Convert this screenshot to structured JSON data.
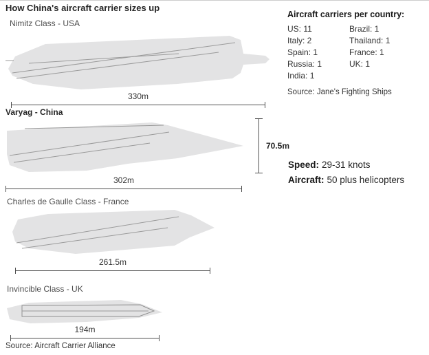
{
  "title": "How China's aircraft carrier sizes up",
  "carriers": [
    {
      "name": "Nimitz Class - USA",
      "length": "330m"
    },
    {
      "name": "Varyag - China",
      "length": "302m",
      "beam": "70.5m"
    },
    {
      "name": "Charles de Gaulle Class - France",
      "length": "261.5m"
    },
    {
      "name": "Invincible Class - UK",
      "length": "194m"
    }
  ],
  "source_left": "Source: Aircraft Carrier Alliance",
  "country_panel": {
    "heading": "Aircraft carriers per country:",
    "col1": [
      "US: 11",
      "Italy: 2",
      "Spain: 1",
      "Russia: 1",
      "India: 1"
    ],
    "col2": [
      "Brazil: 1",
      "Thailand: 1",
      "France: 1",
      "UK: 1"
    ],
    "source": "Source: Jane's Fighting Ships"
  },
  "specs": {
    "speed_label": "Speed:",
    "speed_value": "29-31 knots",
    "aircraft_label": "Aircraft:",
    "aircraft_value": "50 plus helicopters"
  }
}
